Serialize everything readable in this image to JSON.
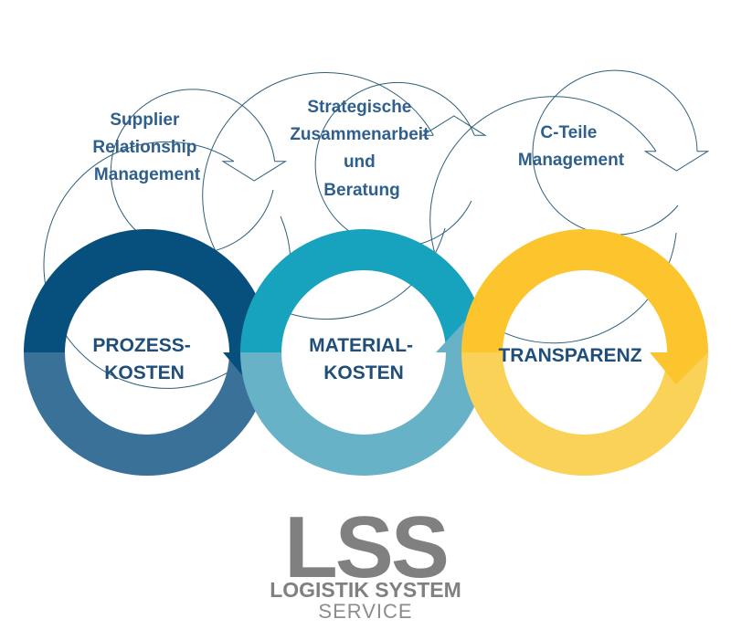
{
  "top_circles": [
    {
      "lines": [
        "Supplier",
        "Relationship",
        "Management"
      ]
    },
    {
      "lines": [
        "Strategische",
        "Zusammenarbeit",
        "und",
        "Beratung"
      ]
    },
    {
      "lines": [
        "C-Teile",
        "Management"
      ]
    }
  ],
  "bottom_circles": [
    {
      "lines": [
        "PROZESS-",
        "KOSTEN"
      ],
      "color_dark": "#07507d",
      "color_light": "#3a7199",
      "text_color": "#1f4e79"
    },
    {
      "lines": [
        "MATERIAL-",
        "KOSTEN"
      ],
      "color_dark": "#17a3bd",
      "color_light": "#67b2c7",
      "text_color": "#1f4e79"
    },
    {
      "lines": [
        "TRANSPARENZ"
      ],
      "color_dark": "#fcc52e",
      "color_light": "#f9d257",
      "text_color": "#1f4e79"
    }
  ],
  "logo": {
    "main": "LSS",
    "line1": "LOGISTIK SYSTEM",
    "line2": "SERVICE"
  },
  "colors": {
    "outline": "#2f5f7a",
    "top_text": "#2f5f8c"
  }
}
